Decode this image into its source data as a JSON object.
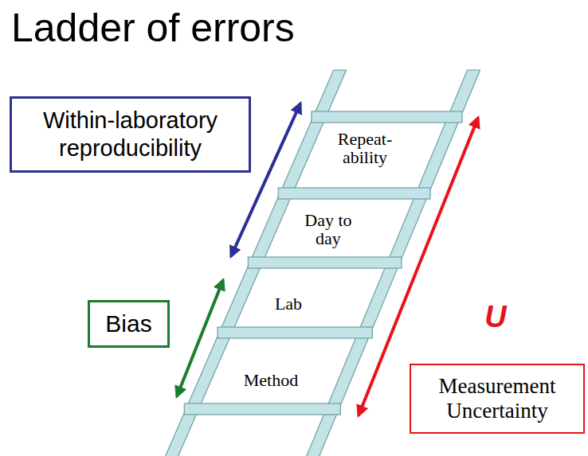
{
  "diagram": {
    "title": "Ladder of errors",
    "nodes": [
      {
        "text": [
          "Within-laboratory reproducibility"
        ]
      },
      {
        "text": [
          "Bias"
        ]
      },
      {
        "text": [
          "Measurement Uncertainty"
        ]
      }
    ],
    "labels": [
      "Repeat- ability",
      "Day to day",
      "Lab",
      "Method",
      "U"
    ]
  }
}
